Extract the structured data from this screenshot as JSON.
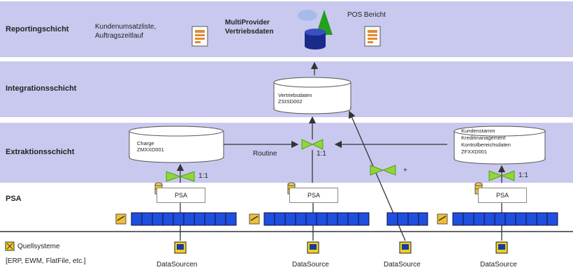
{
  "layers": {
    "reporting": "Reportingschicht",
    "integration": "Integrationsschicht",
    "extraction": "Extraktionsschicht",
    "psa": "PSA"
  },
  "reporting": {
    "report_left": [
      "Kundenumsatzliste,",
      "Auftragszeitlauf"
    ],
    "multiprovider": [
      "MultiProvider",
      "Vertriebsdaten"
    ],
    "pos_report": "POS Bericht"
  },
  "integration": {
    "dso": [
      "Vertriebsdaten",
      "ZSISD002"
    ]
  },
  "extraction": {
    "dso_left": [
      "Charge",
      "ZMXXD001"
    ],
    "dso_right": [
      "Kundenstamm",
      "Kreditmanagement",
      "Kontrolbereichsdaten",
      "ZFXXD001"
    ],
    "routine": "Routine",
    "ratio": "1:1",
    "plus": "+"
  },
  "psa": {
    "box_label": "PSA"
  },
  "sources": {
    "legend_title": "Quellsysteme",
    "legend_sub": "[ERP, EWM, FlatFile, etc.]",
    "items": [
      "DataSourcen",
      "DataSource",
      "DataSource",
      "DataSource"
    ]
  },
  "colors": {
    "band": "#c9c9ef",
    "queue": "#1f4fe0",
    "transform": "#8fd63a"
  }
}
